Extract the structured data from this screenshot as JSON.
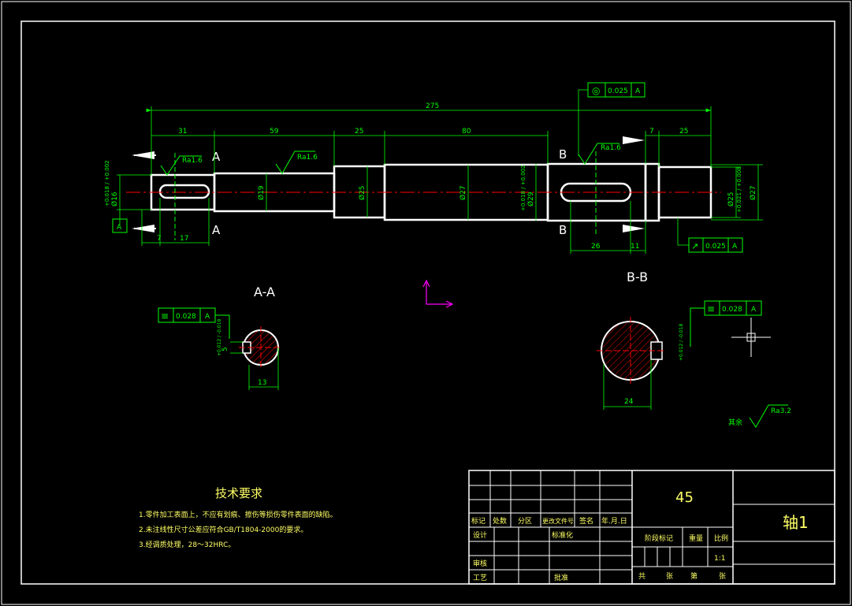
{
  "colors": {
    "background": "#000000",
    "outline": "#ffffff",
    "dimension": "#00ff00",
    "centerline": "#ff0000",
    "hatch": "#ff0000",
    "ucs": "#ff00ff",
    "title_text": "#ffff66"
  },
  "dimensions": {
    "overall": "275",
    "seg_31": "31",
    "seg_59": "59",
    "seg_25a": "25",
    "seg_80": "80",
    "seg_7": "7",
    "seg_25b": "25",
    "key_7": "7",
    "key_17": "17",
    "key_26": "26",
    "key_11": "11",
    "dia_16": "Ø16",
    "dia_16_tol": "+0.018 / +0.002",
    "dia_19": "Ø19",
    "dia_25a": "Ø25",
    "dia_27a": "Ø27",
    "dia_29": "Ø29",
    "dia_29_tol": "+0.018 / +0.002",
    "dia_25b": "Ø25",
    "dia_25b_tol": "+0.021 / +0.008",
    "dia_27b": "Ø27",
    "sec_a_width": "13",
    "sec_a_key": "5",
    "sec_a_tol": "+0.012 / -0.018",
    "sec_b_width": "24",
    "sec_b_tol": "+0.012 / -0.018"
  },
  "roughness": {
    "left": "Ra1.6",
    "shaft19": "Ra1.6",
    "right": "Ra1.6",
    "other_label": "其余",
    "other": "Ra3.2"
  },
  "tolerances": {
    "runout_top": {
      "symbol": "◎",
      "value": "0.025",
      "datum": "A"
    },
    "runout_right": {
      "symbol": "↗",
      "value": "0.025",
      "datum": "A"
    },
    "datum_left": "A",
    "sym_a": {
      "symbol": "≡",
      "value": "0.028",
      "datum": "A"
    },
    "sym_b": {
      "symbol": "≡",
      "value": "0.028",
      "datum": "A"
    }
  },
  "section_marks": {
    "a_top": "A",
    "a_bottom": "A",
    "b_top": "B",
    "b_bottom": "B",
    "a_title": "A-A",
    "b_title": "B-B"
  },
  "tech_requirements": {
    "title": "技术要求",
    "items": [
      "1.零件加工表面上，不应有划痕、擦伤等损伤零件表面的缺陷。",
      "2.未注线性尺寸公差应符合GB/T1804-2000的要求。",
      "3.经调质处理，28～32HRC。"
    ]
  },
  "title_block": {
    "material": "45",
    "part_name": "轴1",
    "headers": [
      "标记",
      "处数",
      "分区",
      "更改文件号",
      "签名",
      "年.月.日"
    ],
    "design": "设计",
    "standardize": "标准化",
    "review": "审核",
    "process": "工艺",
    "approve": "批准",
    "stage_mark": "阶段标记",
    "weight": "重量",
    "scale_label": "比例",
    "scale": "1:1",
    "total": "共",
    "sheets": "张",
    "page": "第",
    "sheet2": "张"
  }
}
